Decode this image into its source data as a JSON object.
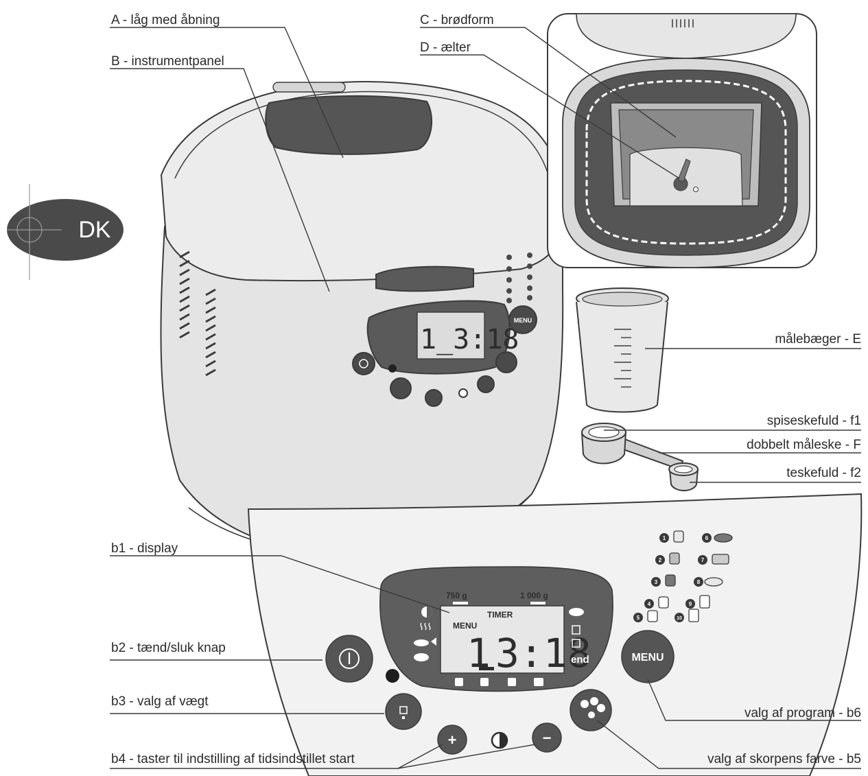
{
  "badge": {
    "text": "DK"
  },
  "labels": {
    "a": "A - låg med åbning",
    "b": "B - instrumentpanel",
    "c": "C - brødform",
    "d": "D - ælter",
    "e": "målebæger - E",
    "f1": "spiseskefuld - f1",
    "f": "dobbelt måleske - F",
    "f2": "teskefuld - f2",
    "b1": "b1 - display",
    "b2": "b2 - tænd/sluk knap",
    "b3": "b3 - valg af vægt",
    "b4": "b4 - taster til indstilling af tidsindstillet start",
    "b5": "valg af skorpens farve - b5",
    "b6": "valg af program - b6"
  },
  "display": {
    "weight_small": "750 g",
    "weight_large": "1 000 g",
    "timer": "TIMER",
    "menu": "MENU",
    "program_digit": "1",
    "time": "3:18",
    "end": "end"
  },
  "buttons": {
    "menu": "MENU",
    "plus": "+",
    "minus": "−"
  },
  "programs": [
    "1",
    "2",
    "3",
    "4",
    "5",
    "6",
    "7",
    "8",
    "9",
    "10"
  ]
}
